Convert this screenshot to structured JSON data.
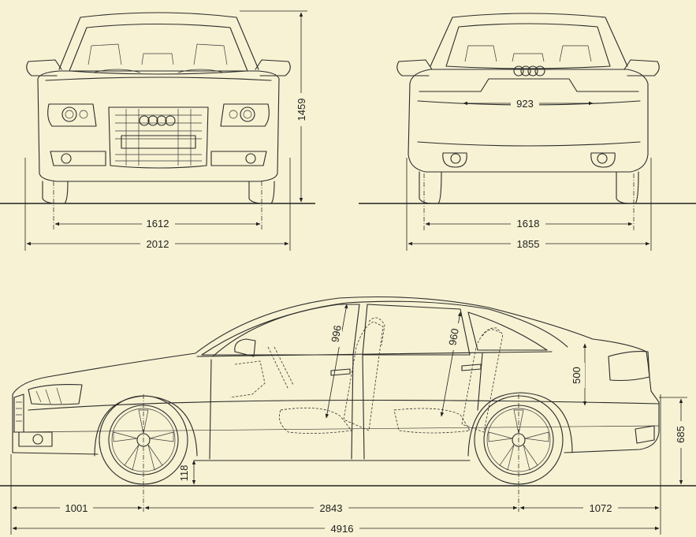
{
  "dimensions": {
    "front_height": "1459",
    "front_track": "1612",
    "overall_width": "2012",
    "rear_trunk_width": "923",
    "rear_track": "1618",
    "rear_body_width": "1855",
    "front_headroom": "996",
    "rear_headroom": "960",
    "trunk_opening": "500",
    "ground_clearance": "118",
    "rear_loading_height": "685",
    "front_overhang": "1001",
    "wheelbase": "2843",
    "rear_overhang": "1072",
    "overall_length": "4916"
  },
  "colors": {
    "background": "#f7f2d3",
    "line": "#2b2b2b"
  }
}
